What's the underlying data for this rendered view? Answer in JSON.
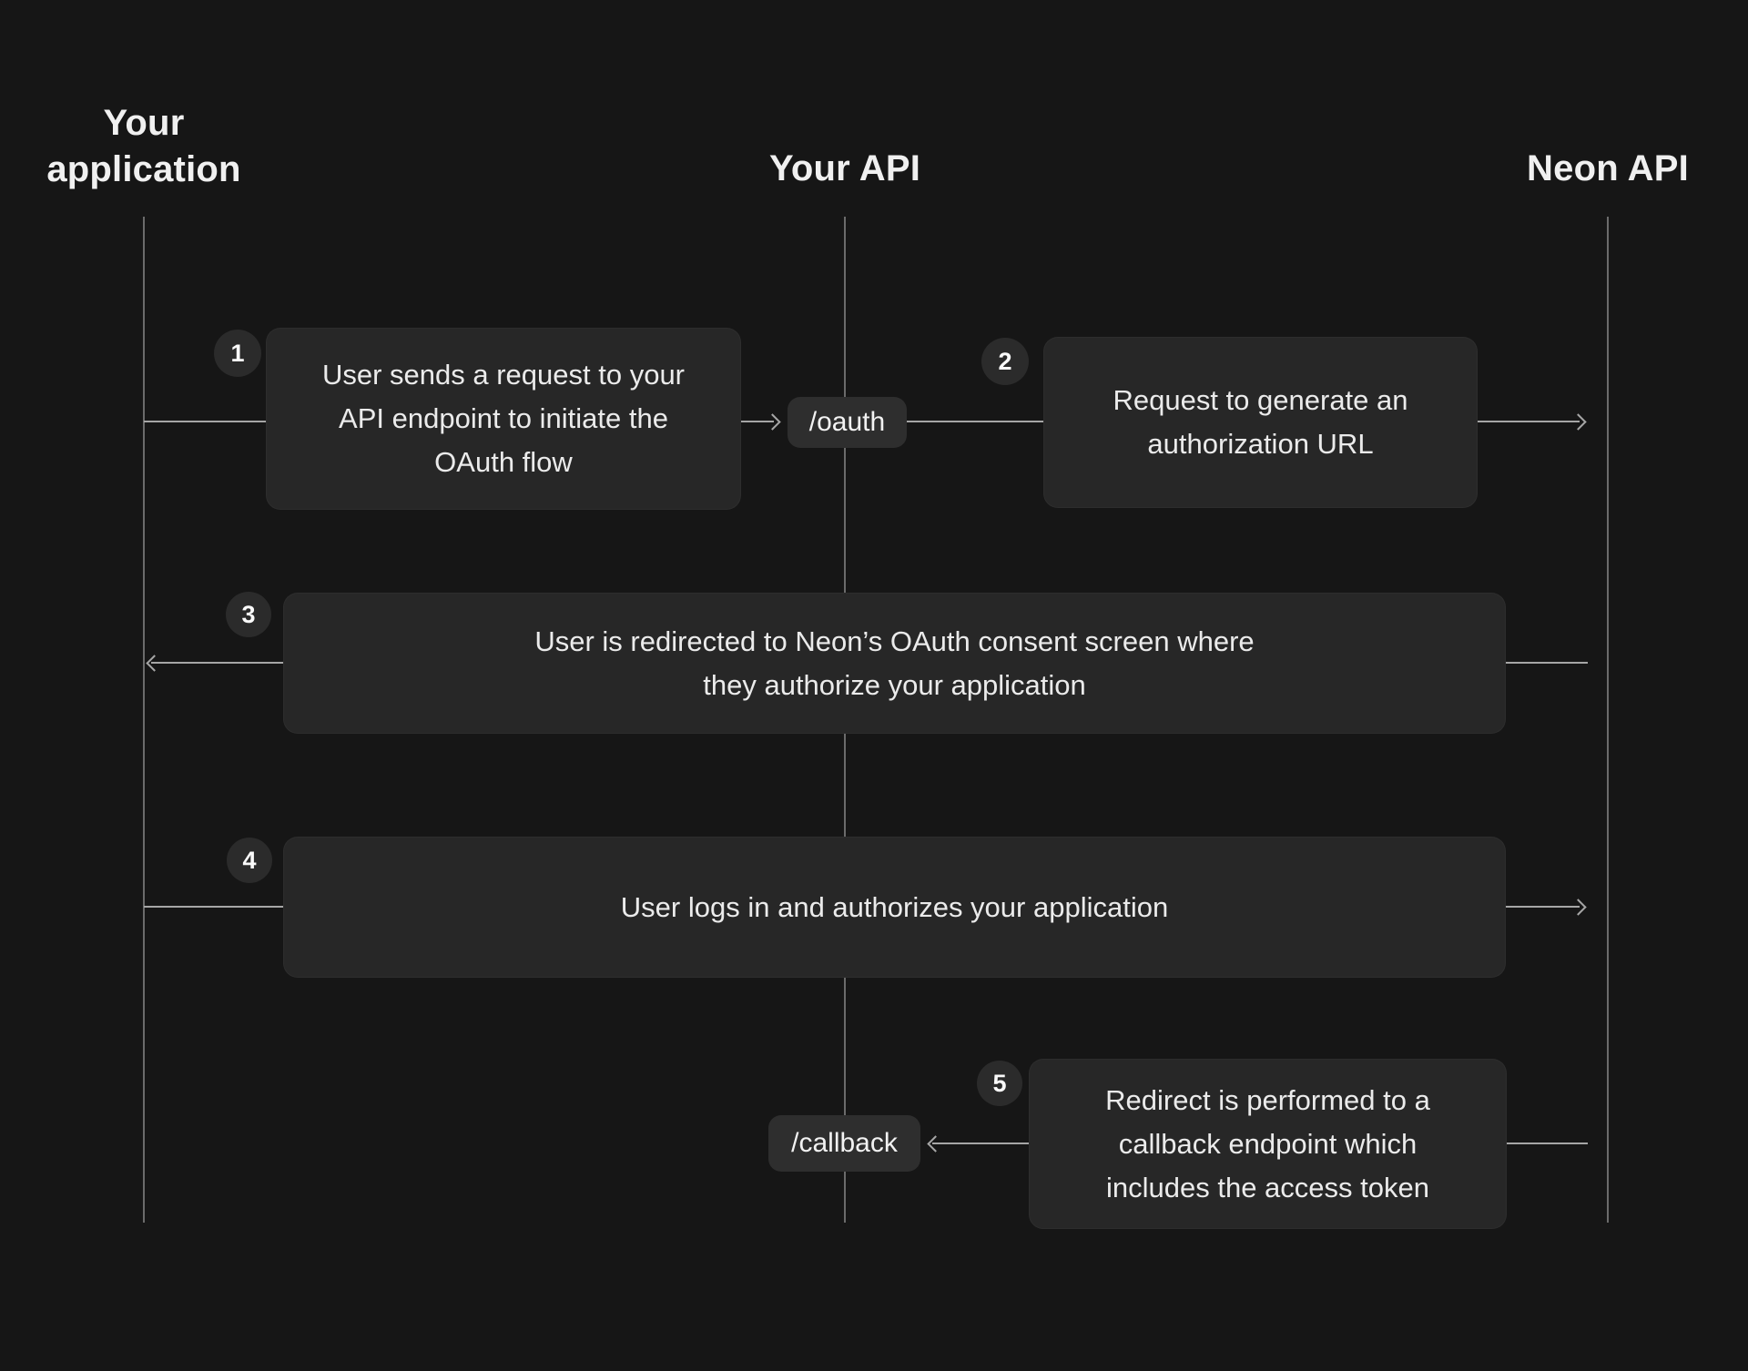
{
  "diagram": {
    "title_implied": "OAuth flow sequence",
    "actors": [
      {
        "id": "your-application",
        "label": "Your application"
      },
      {
        "id": "your-api",
        "label": "Your API"
      },
      {
        "id": "neon-api",
        "label": "Neon API"
      }
    ],
    "endpoints": [
      {
        "id": "oauth",
        "label": "/oauth"
      },
      {
        "id": "callback",
        "label": "/callback"
      }
    ],
    "steps": [
      {
        "number": "1",
        "text": "User sends a request to your\nAPI endpoint to initiate the\nOAuth flow",
        "from": "Your application",
        "to": "Your API"
      },
      {
        "number": "2",
        "text": "Request to generate an\nauthorization URL",
        "from": "Your API",
        "to": "Neon API"
      },
      {
        "number": "3",
        "text": "User is redirected to Neon’s OAuth consent screen where\nthey authorize your application",
        "from": "Neon API",
        "to": "Your application"
      },
      {
        "number": "4",
        "text": "User logs in and authorizes your application",
        "from": "Your application",
        "to": "Neon API"
      },
      {
        "number": "5",
        "text": "Redirect is performed to a\ncallback endpoint which\nincludes the access token",
        "from": "Neon API",
        "to": "Your API"
      }
    ],
    "colors": {
      "background": "#161616",
      "box": "#272727",
      "pill": "#2e2e2e",
      "badge": "#2b2b2b",
      "text": "#ebebeb",
      "arrow": "#a6a6a6",
      "lifeline": "#7a7a7a"
    }
  }
}
